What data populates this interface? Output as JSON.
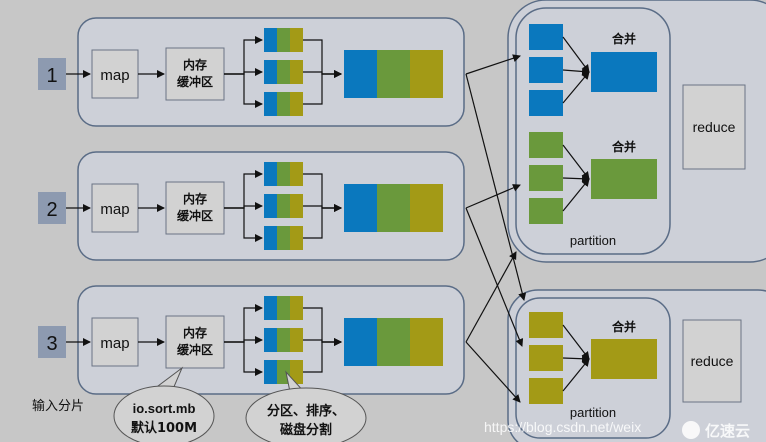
{
  "colors": {
    "background": "#c7c7c7",
    "container_fill": "#cdd0d8",
    "container_stroke": "#5a6c86",
    "box_fill": "#d2d2d2",
    "index_fill": "#8d9ab0",
    "blue": "#0a78be",
    "green": "#6a993c",
    "olive": "#a39a16",
    "arrow": "#111111"
  },
  "map_rows": [
    {
      "index": "1",
      "map_label": "map",
      "buffer_label": [
        "内存",
        "缓冲区"
      ]
    },
    {
      "index": "2",
      "map_label": "map",
      "buffer_label": [
        "内存",
        "缓冲区"
      ]
    },
    {
      "index": "3",
      "map_label": "map",
      "buffer_label": [
        "内存",
        "缓冲区"
      ]
    }
  ],
  "input_split_label": "输入分片",
  "callouts": [
    {
      "lines": [
        "io.sort.mb",
        "默认100M"
      ]
    },
    {
      "lines": [
        "分区、排序、",
        "磁盘分割"
      ]
    }
  ],
  "reducers": [
    {
      "groups": [
        {
          "merge_label": "合并",
          "color": "blue"
        },
        {
          "merge_label": "合并",
          "color": "green"
        }
      ],
      "partition_label": "partition",
      "reduce_label": "reduce"
    },
    {
      "groups": [
        {
          "merge_label": "合并",
          "color": "olive"
        }
      ],
      "partition_label": "partition",
      "reduce_label": "reduce"
    }
  ],
  "watermark": {
    "url_text": "https://blog.csdn.net/weix",
    "brand_text": "亿速云"
  }
}
